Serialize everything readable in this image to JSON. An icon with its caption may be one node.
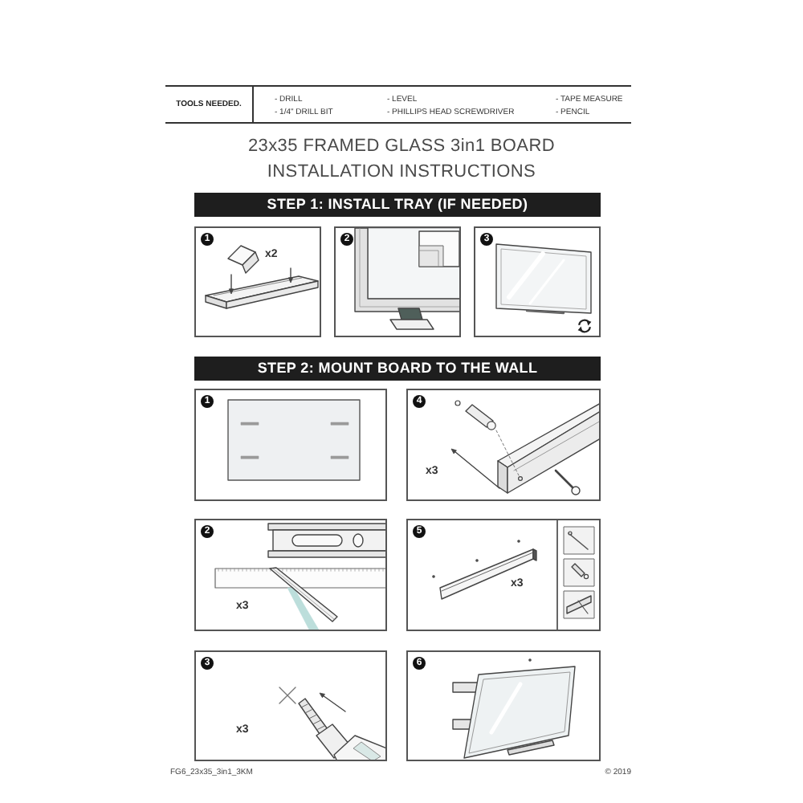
{
  "diagram": {
    "title": "23x35 FRAMED GLASS 3in1 BOARD INSTALLATION INSTRUCTIONS",
    "nodes": [
      {
        "text": [
          "TOOLS NEEDED.",
          "- DRILL",
          "- 1/4\" DRILL BIT",
          "- LEVEL",
          "- PHILLIPS HEAD SCREWDRIVER",
          "- TAPE MEASURE",
          "- PENCIL"
        ]
      },
      {
        "text": [
          "STEP 1: INSTALL TRAY (IF NEEDED)"
        ]
      },
      {
        "text": [
          "1",
          "x2"
        ]
      },
      {
        "text": [
          "2"
        ]
      },
      {
        "text": [
          "3"
        ]
      },
      {
        "text": [
          "STEP 2: MOUNT BOARD TO THE WALL"
        ]
      },
      {
        "text": [
          "1"
        ]
      },
      {
        "text": [
          "4",
          "x3"
        ]
      },
      {
        "text": [
          "2",
          "x3"
        ]
      },
      {
        "text": [
          "5",
          "x3"
        ]
      },
      {
        "text": [
          "3",
          "x3"
        ]
      },
      {
        "text": [
          "6"
        ]
      }
    ],
    "labels": [
      "FG6_23x35_3in1_3KM",
      "© 2019"
    ]
  }
}
